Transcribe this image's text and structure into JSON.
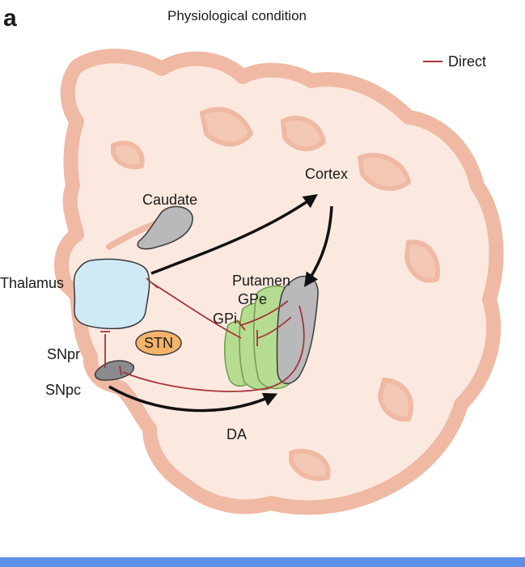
{
  "panel_letter": "a",
  "title": "Physiological condition",
  "legend": {
    "label": "Direct",
    "color": "#a8333a"
  },
  "labels": {
    "cortex": "Cortex",
    "caudate": "Caudate",
    "thalamus": "Thalamus",
    "putamen": "Putamen",
    "gpe": "GPe",
    "gpi": "GPi",
    "stn": "STN",
    "snpr": "SNpr",
    "snpc": "SNpc",
    "da": "DA"
  },
  "colors": {
    "brain_outline": "#f0b9a3",
    "brain_fill": "#fbe9e0",
    "thalamus": "#cfe9f5",
    "putamen": "#b9b9bb",
    "globus_pallidus": "#b6dc91",
    "stn": "#f3b36a",
    "pathway": "#a8333a",
    "arrows": "#111111",
    "bottom_bar": "#5b8fe8"
  }
}
